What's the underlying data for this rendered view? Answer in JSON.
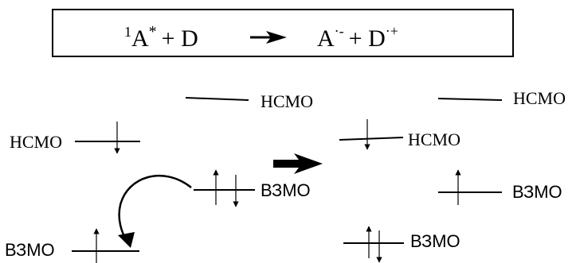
{
  "equation": {
    "reactant_prefix": "1",
    "reactant_base": "A",
    "reactant_star": "*",
    "plus1": "+ D",
    "product_a": "A",
    "product_a_sup": "·-",
    "plus2": "+ D",
    "product_d_sup": "·+"
  },
  "left": {
    "a_lumo_label": "НСМО",
    "d_lumo_label": "НСМО",
    "a_homo_label": "ВЗМО",
    "d_homo_label": "ВЗМО"
  },
  "right": {
    "d_lumo_label": "НСМО",
    "a_lumo_label": "НСМО",
    "d_homo_label": "ВЗМО",
    "a_homo_label": "ВЗМО"
  }
}
